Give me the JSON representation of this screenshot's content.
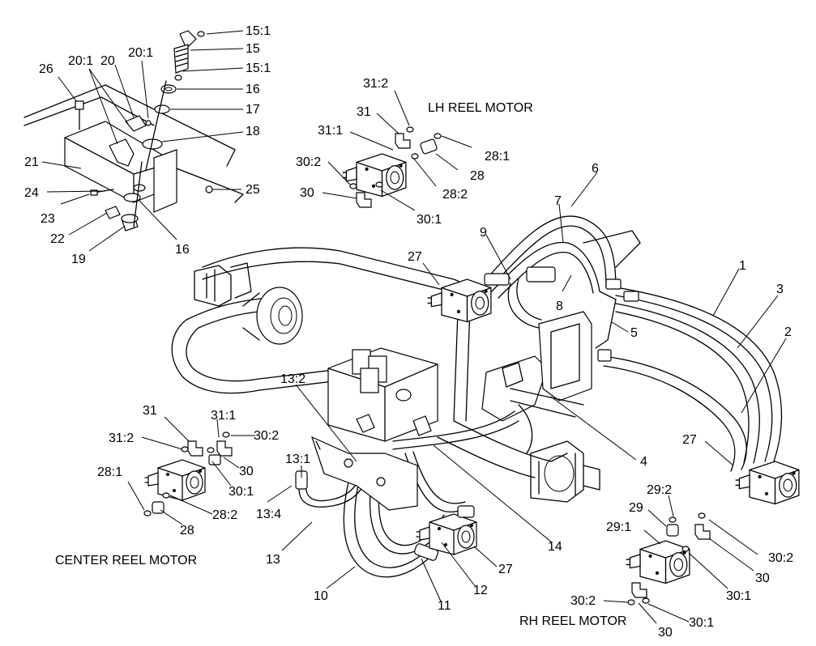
{
  "titles": {
    "lh": "LH REEL MOTOR",
    "center": "CENTER REEL MOTOR",
    "rh": "RH REEL MOTOR"
  },
  "callouts": {
    "c15_1a": "15:1",
    "c15": "15",
    "c15_1b": "15:1",
    "c16a": "16",
    "c17": "17",
    "c18": "18",
    "c26": "26",
    "c20_1a": "20:1",
    "c20": "20",
    "c20_1b": "20:1",
    "c21": "21",
    "c24": "24",
    "c23": "23",
    "c22": "22",
    "c19": "19",
    "c16b": "16",
    "c25": "25",
    "lh31_2": "31:2",
    "lh31": "31",
    "lh31_1": "31:1",
    "lh30_2": "30:2",
    "lh30": "30",
    "lh30_1": "30:1",
    "lh28_1": "28:1",
    "lh28": "28",
    "lh28_2": "28:2",
    "h6": "6",
    "h7": "7",
    "h9": "9",
    "h1": "1",
    "h3": "3",
    "h2": "2",
    "h8": "8",
    "h5": "5",
    "h4": "4",
    "m27a": "27",
    "m27b": "27",
    "m27c": "27",
    "h13_2": "13:2",
    "h13_1": "13:1",
    "h13_4": "13:4",
    "h13": "13",
    "h14": "14",
    "h10": "10",
    "h11": "11",
    "h12": "12",
    "c31": "31",
    "c31_1": "31:1",
    "c31_2": "31:2",
    "c30_2": "30:2",
    "c30": "30",
    "c30_1": "30:1",
    "c28_1": "28:1",
    "c28_2": "28:2",
    "c28": "28",
    "r29_2": "29:2",
    "r29": "29",
    "r29_1": "29:1",
    "r30_2a": "30:2",
    "r30a": "30",
    "r30_1a": "30:1",
    "r30_2b": "30:2",
    "r30_1b": "30:1",
    "r30b": "30"
  }
}
